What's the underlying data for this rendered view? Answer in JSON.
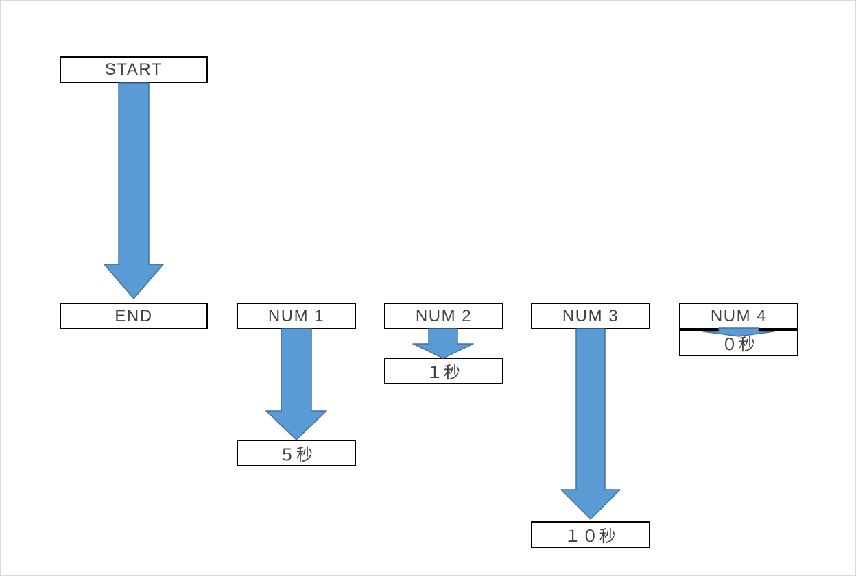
{
  "nodes": {
    "start": "START",
    "end": "END",
    "num1": "NUM 1",
    "num1_time": "５秒",
    "num2": "NUM 2",
    "num2_time": "１秒",
    "num3": "NUM 3",
    "num3_time": "１０秒",
    "num4": "NUM 4",
    "num4_time": "０秒"
  },
  "connections": [
    {
      "from": "START",
      "to": "END"
    },
    {
      "from": "NUM 1",
      "to": "５秒"
    },
    {
      "from": "NUM 2",
      "to": "１秒"
    },
    {
      "from": "NUM 3",
      "to": "１０秒"
    },
    {
      "from": "NUM 4",
      "to": "０秒"
    }
  ],
  "colors": {
    "arrow_fill": "#5B9BD5",
    "arrow_border": "#41719C",
    "box_border": "#000000",
    "box_fill": "#FFFFFF",
    "text": "#404040",
    "page_border": "#D9D9D9"
  }
}
